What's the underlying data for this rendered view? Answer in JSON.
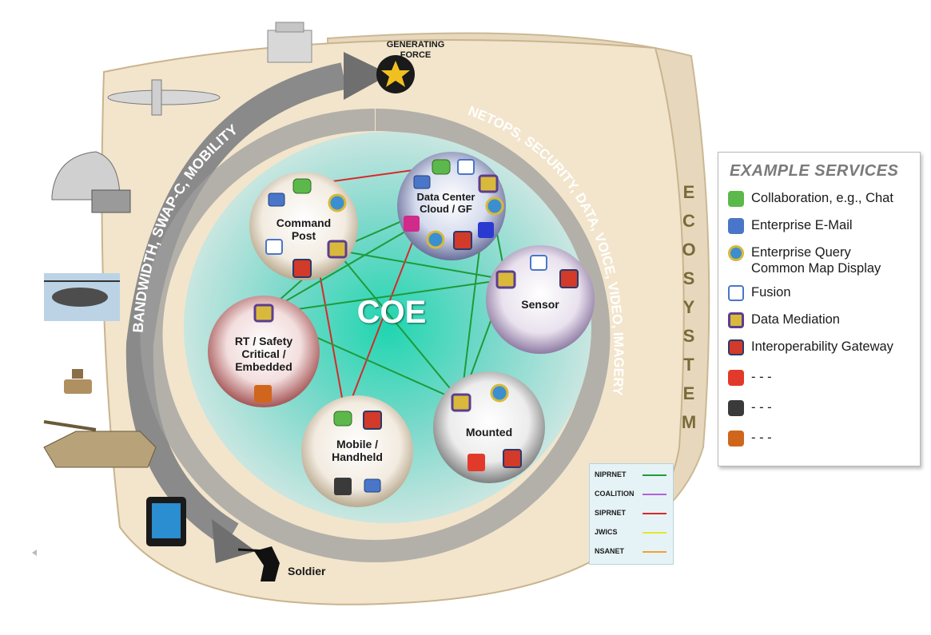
{
  "title_center": "COE",
  "generating_force": "GENERATING\nFORCE",
  "soldier": "Soldier",
  "ecosystem_letters": [
    "E",
    "C",
    "O",
    "S",
    "Y",
    "S",
    "T",
    "E",
    "M"
  ],
  "arcs": {
    "left": "BANDWIDTH, SWAP-C, MOBILITY",
    "right": "NETOPS, SECURITY, DATA, VOICE, VIDEO, IMAGERY"
  },
  "nodes": {
    "command_post": "Command\nPost",
    "data_center": "Data Center\nCloud / GF",
    "sensor": "Sensor",
    "rt_safety": "RT / Safety\nCritical /\nEmbedded",
    "mobile": "Mobile /\nHandheld",
    "mounted": "Mounted"
  },
  "legend": {
    "title": "EXAMPLE SERVICES",
    "items": [
      {
        "label": "Collaboration, e.g., Chat",
        "icon": "chat-icon",
        "color": "#5cb84a"
      },
      {
        "label": "Enterprise E-Mail",
        "icon": "email-icon",
        "color": "#4a76c9"
      },
      {
        "label": "Enterprise Query\nCommon Map Display",
        "icon": "globe-icon",
        "color": "#d8b93a"
      },
      {
        "label": "Fusion",
        "icon": "fusion-icon",
        "color": "#c94848"
      },
      {
        "label": "Data Mediation",
        "icon": "mediation-icon",
        "color": "#d9b93c"
      },
      {
        "label": "Interoperability Gateway",
        "icon": "puzzle-icon",
        "color": "#d23a2a"
      },
      {
        "label": "- - -",
        "icon": "red-square-icon",
        "color": "#e23a2a"
      },
      {
        "label": "- - -",
        "icon": "gray-square-icon",
        "color": "#3a3a3a"
      },
      {
        "label": "- - -",
        "icon": "orange-square-icon",
        "color": "#d0661c"
      }
    ]
  },
  "networks": [
    {
      "name": "NIPRNET",
      "color": "#1f9a3a"
    },
    {
      "name": "COALITION",
      "color": "#b060d8"
    },
    {
      "name": "SIPRNET",
      "color": "#d8282a"
    },
    {
      "name": "JWICS",
      "color": "#e6e62a"
    },
    {
      "name": "NSANET",
      "color": "#f0a030"
    }
  ]
}
